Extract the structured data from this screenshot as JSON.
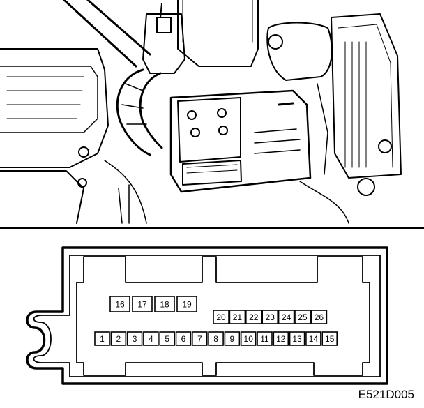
{
  "figure": {
    "reference_code": "E521D005",
    "connector": {
      "top_row_pins": [
        "16",
        "17",
        "18",
        "19"
      ],
      "middle_row_pins": [
        "20",
        "21",
        "22",
        "23",
        "24",
        "25",
        "26"
      ],
      "bottom_row_pins": [
        "1",
        "2",
        "3",
        "4",
        "5",
        "6",
        "7",
        "8",
        "9",
        "10",
        "11",
        "12",
        "13",
        "14",
        "15"
      ]
    }
  }
}
